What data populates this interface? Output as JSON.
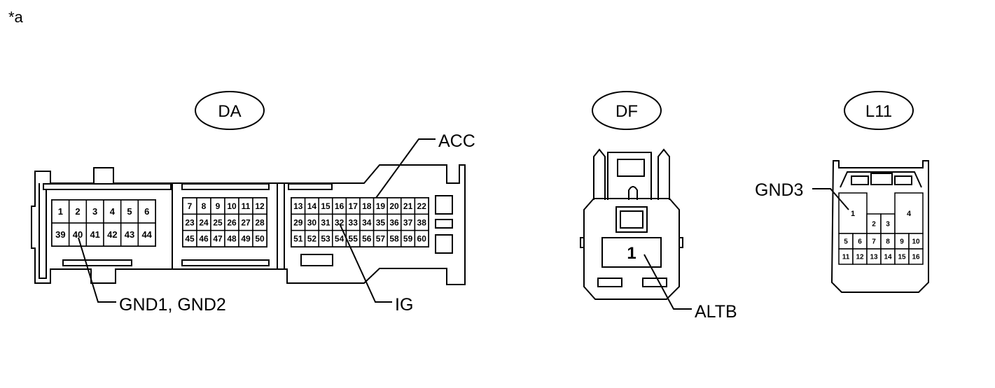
{
  "figure_label": "*a",
  "connectors": {
    "DA": {
      "name": "DA",
      "block1": {
        "row1": [
          "1",
          "2",
          "3",
          "4",
          "5",
          "6"
        ],
        "row2": [
          "39",
          "40",
          "41",
          "42",
          "43",
          "44"
        ]
      },
      "block2": {
        "row1": [
          "7",
          "8",
          "9",
          "10",
          "11",
          "12"
        ],
        "row2": [
          "23",
          "24",
          "25",
          "26",
          "27",
          "28"
        ],
        "row3": [
          "45",
          "46",
          "47",
          "48",
          "49",
          "50"
        ]
      },
      "block3": {
        "row1": [
          "13",
          "14",
          "15",
          "16",
          "17",
          "18",
          "19",
          "20",
          "21",
          "22"
        ],
        "row2": [
          "29",
          "30",
          "31",
          "32",
          "33",
          "34",
          "35",
          "36",
          "37",
          "38"
        ],
        "row3": [
          "51",
          "52",
          "53",
          "54",
          "55",
          "56",
          "57",
          "58",
          "59",
          "60"
        ]
      }
    },
    "DF": {
      "name": "DF",
      "pin": "1"
    },
    "L11": {
      "name": "L11",
      "top": [
        "1",
        "2",
        "3",
        "4"
      ],
      "row2": [
        "5",
        "6",
        "7",
        "8",
        "9",
        "10"
      ],
      "row3": [
        "11",
        "12",
        "13",
        "14",
        "15",
        "16"
      ]
    }
  },
  "callouts": {
    "acc": "ACC",
    "gnd12": "GND1, GND2",
    "ig": "IG",
    "altb": "ALTB",
    "gnd3": "GND3"
  }
}
